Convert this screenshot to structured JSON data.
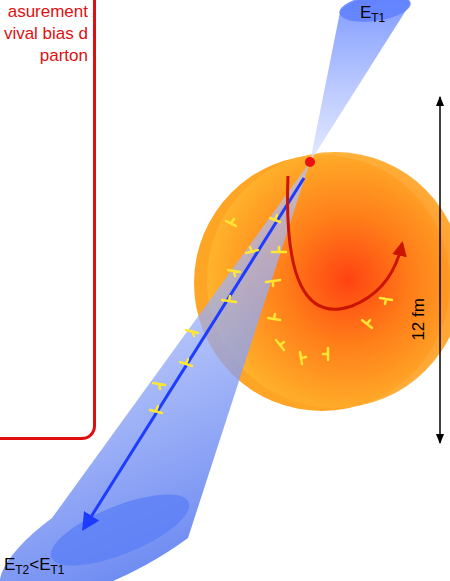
{
  "diagram": {
    "nodes": [
      {
        "text": [
          "asurement vival bias d parton"
        ]
      }
    ],
    "labels": [
      "ET1",
      "12 fm",
      "ET2<ET1"
    ]
  }
}
